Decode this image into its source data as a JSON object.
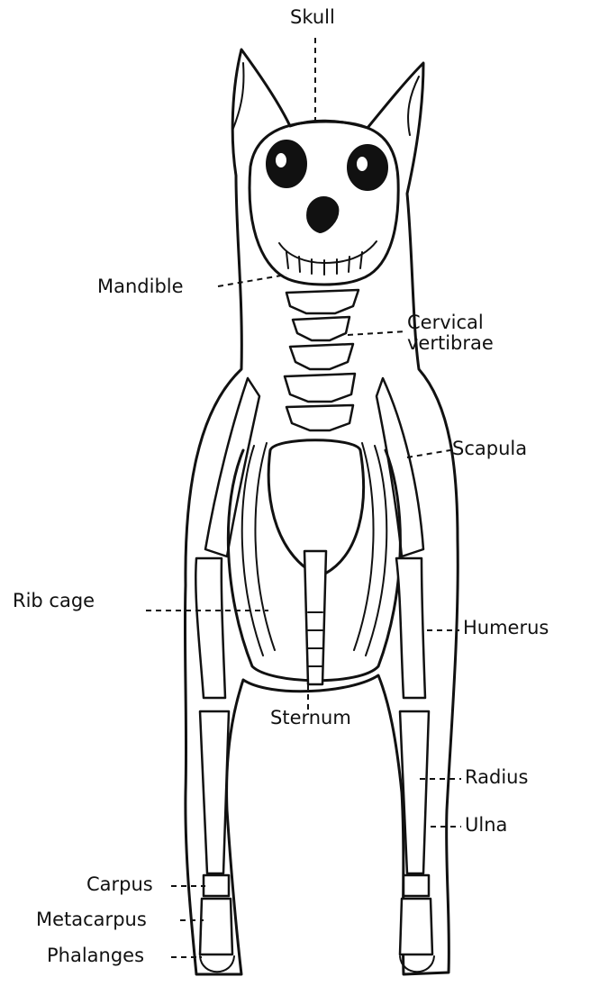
{
  "labels": {
    "skull": "Skull",
    "mandible": "Mandible",
    "cervical_vertebrae": "Cervical\nvertibrae",
    "scapula": "Scapula",
    "ribcage": "Rib cage",
    "humerus": "Humerus",
    "sternum": "Sternum",
    "radius": "Radius",
    "ulna": "Ulna",
    "carpus": "Carpus",
    "metacarpus": "Metacarpus",
    "phalanges": "Phalanges"
  }
}
